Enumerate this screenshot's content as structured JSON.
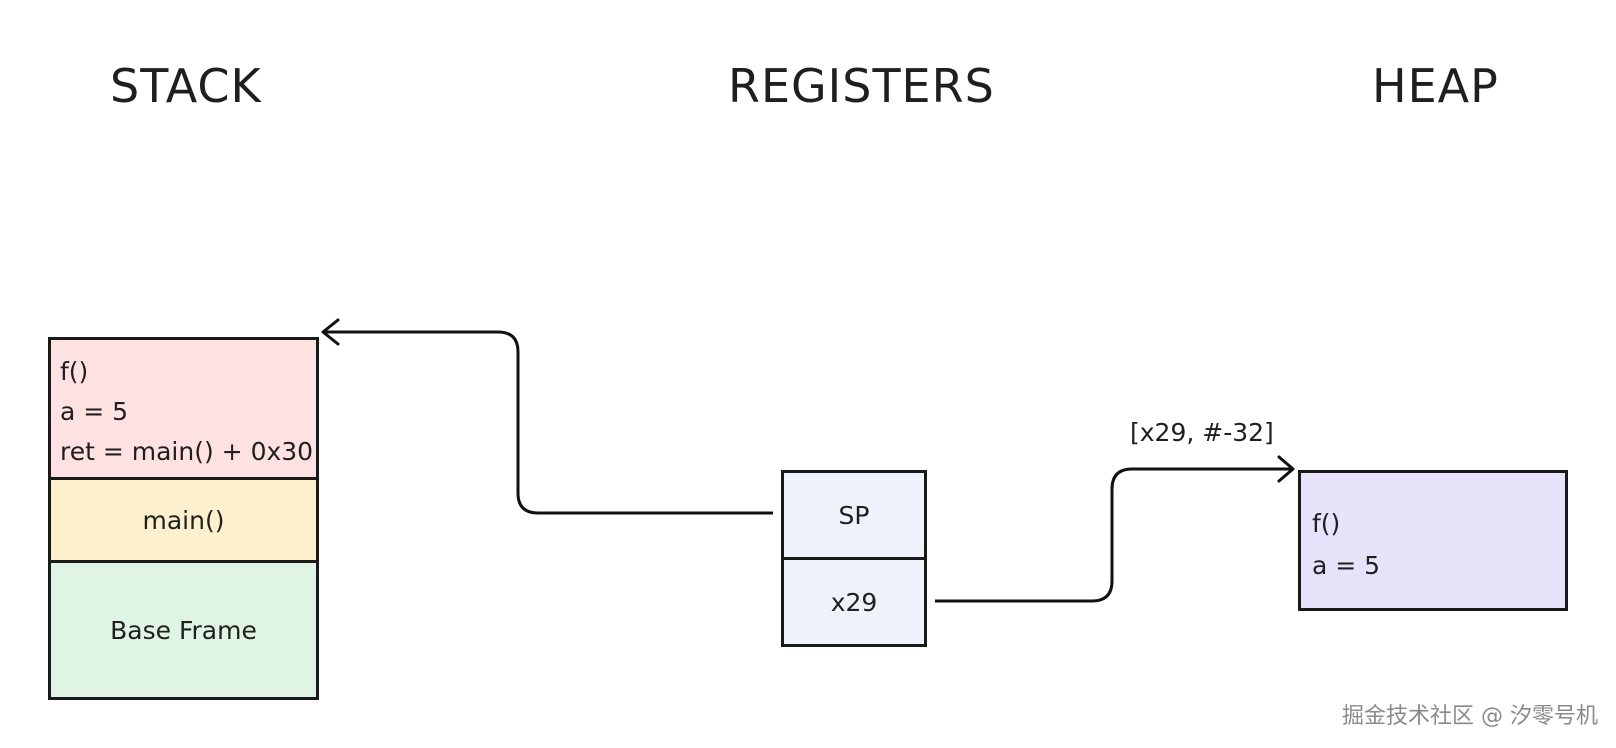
{
  "headings": {
    "stack": "STACK",
    "registers": "REGISTERS",
    "heap": "HEAP"
  },
  "stack": {
    "frame_f": {
      "lines": [
        "f()",
        "a = 5",
        "ret = main() + 0x30"
      ],
      "color": "#fee2e2"
    },
    "frame_main": {
      "label": "main()",
      "color": "#fdf1cd"
    },
    "frame_base": {
      "label": "Base Frame",
      "color": "#e0f4e3"
    }
  },
  "registers": {
    "sp": {
      "label": "SP",
      "color": "#eef3fb"
    },
    "x29": {
      "label": "x29",
      "color": "#eef3fb"
    }
  },
  "heap": {
    "object": {
      "lines": [
        "f()",
        "a = 5"
      ],
      "color": "#e8e3fb"
    }
  },
  "edges": {
    "x29_to_heap_label": "[x29, #-32]"
  },
  "watermark": "掘金技术社区 @ 汐零号机"
}
